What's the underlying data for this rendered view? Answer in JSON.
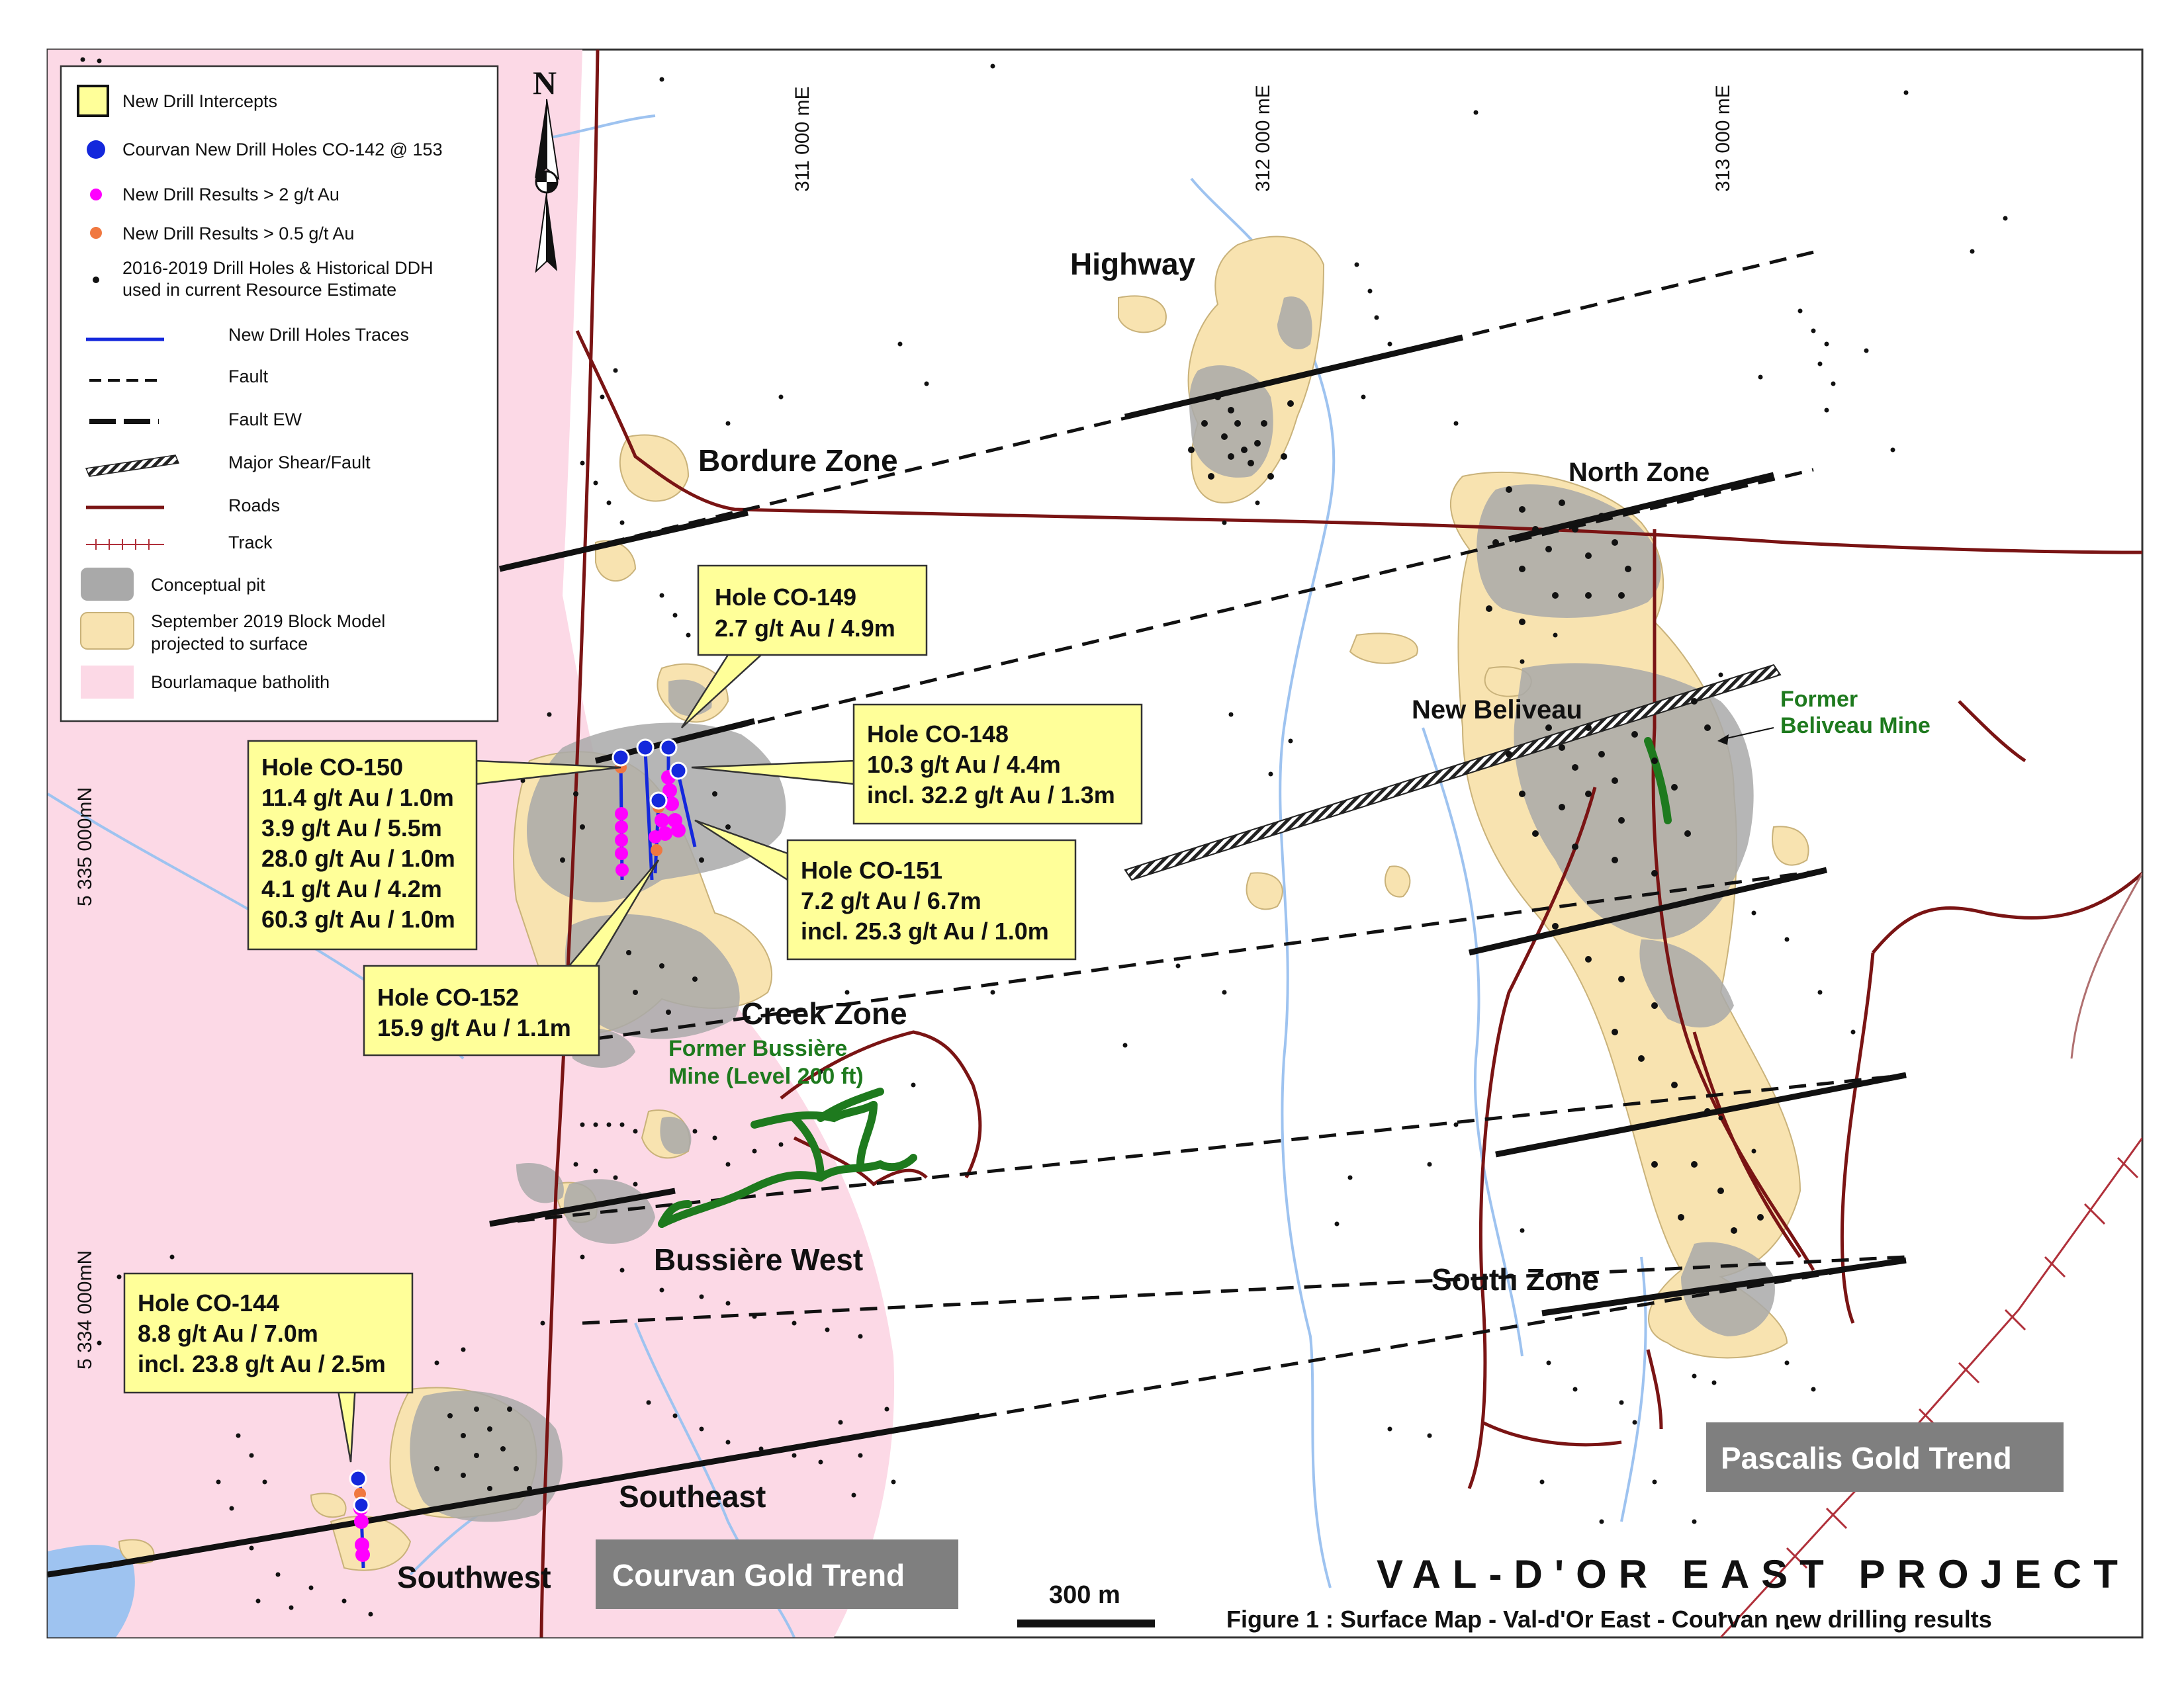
{
  "legend": {
    "items": [
      {
        "icon": "yellow-square-icon",
        "label": "New Drill Intercepts"
      },
      {
        "icon": "blue-dot-icon",
        "label": "Courvan New Drill Holes  CO-142 @ 153"
      },
      {
        "icon": "magenta-dot-icon",
        "label": "New Drill Results > 2 g/t Au"
      },
      {
        "icon": "orange-dot-icon",
        "label": "New Drill Results > 0.5 g/t Au"
      },
      {
        "icon": "black-dot-icon",
        "label": "2016-2019 Drill Holes & Historical DDH",
        "label2": "used in current Resource Estimate"
      },
      {
        "icon": "blue-line-icon",
        "label": "New Drill Holes Traces"
      },
      {
        "icon": "dashed-line-icon",
        "label": "Fault"
      },
      {
        "icon": "thick-dashed-line-icon",
        "label": "Fault EW"
      },
      {
        "icon": "hatched-bar-icon",
        "label": "Major Shear/Fault"
      },
      {
        "icon": "red-line-icon",
        "label": "Roads"
      },
      {
        "icon": "track-line-icon",
        "label": "Track"
      },
      {
        "icon": "grey-swatch-icon",
        "label": "Conceptual pit"
      },
      {
        "icon": "tan-swatch-icon",
        "label": "September 2019 Block Model",
        "label2": "projected to surface"
      },
      {
        "icon": "pink-swatch-icon",
        "label": "Bourlamaque batholith"
      }
    ]
  },
  "axes": {
    "easting": [
      "311 000 mE",
      "312 000 mE",
      "313 000 mE"
    ],
    "northing": [
      "5 335 000mN",
      "5 334 000mN"
    ]
  },
  "north_arrow": {
    "label": "N"
  },
  "zones": {
    "highway": "Highway",
    "bordure": "Bordure Zone",
    "north": "North Zone",
    "new_beliveau": "New Beliveau",
    "creek": "Creek Zone",
    "bussiere_west": "Bussière West",
    "south": "South Zone",
    "southeast": "Southeast",
    "southwest": "Southwest"
  },
  "mines": {
    "beliveau_1": "Former",
    "beliveau_2": "Beliveau Mine",
    "bussiere_1": "Former Bussière",
    "bussiere_2": "Mine (Level 200 ft)"
  },
  "callouts": {
    "co149": {
      "title": "Hole CO-149",
      "lines": [
        "2.7 g/t Au / 4.9m"
      ]
    },
    "co148": {
      "title": "Hole CO-148",
      "lines": [
        "10.3 g/t Au / 4.4m",
        "incl. 32.2 g/t Au / 1.3m"
      ]
    },
    "co150": {
      "title": "Hole CO-150",
      "lines": [
        "11.4 g/t Au / 1.0m",
        "3.9 g/t Au / 5.5m",
        "28.0 g/t Au / 1.0m",
        "4.1 g/t Au / 4.2m",
        "60.3 g/t Au / 1.0m"
      ]
    },
    "co151": {
      "title": "Hole CO-151",
      "lines": [
        "7.2 g/t Au / 6.7m",
        "incl. 25.3 g/t Au / 1.0m"
      ]
    },
    "co152": {
      "title": "Hole CO-152",
      "lines": [
        "15.9 g/t Au / 1.1m"
      ]
    },
    "co144": {
      "title": "Hole CO-144",
      "lines": [
        "8.8 g/t Au / 7.0m",
        "incl. 23.8 g/t Au / 2.5m"
      ]
    }
  },
  "trends": {
    "courvan": "Courvan Gold Trend",
    "pascalis": "Pascalis Gold Trend"
  },
  "scale": {
    "label": "300 m"
  },
  "title": {
    "project": "VAL-D'OR EAST PROJECT",
    "caption": "Figure 1 : Surface Map - Val-d'Or East - Courvan new drilling results"
  },
  "colors": {
    "batholith": "#fcd9e6",
    "block_model": "#f8e3b0",
    "pit": "#a9a9a9",
    "road": "#7a1414",
    "water": "#9ec3f0",
    "callout_fill": "#ffff99",
    "trend_box": "#7f7f7f",
    "new_hole": "#1428dc",
    "high_grade": "#ff00ff",
    "low_grade": "#f07840",
    "mine_workings": "#1e7a1e"
  }
}
